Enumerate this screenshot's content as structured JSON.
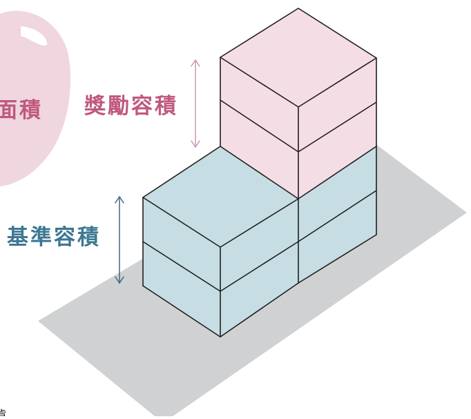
{
  "labels": {
    "partial_area": "面積",
    "bonus_far": "獎勵容積",
    "base_far": "基準容積",
    "partial_bottom_glyph": "肯"
  },
  "colors": {
    "blob": "#efd6df",
    "bonus_text": "#c0587f",
    "bonus_arrow": "#c89ab0",
    "base_text": "#3d7792",
    "base_arrow": "#3d6a80",
    "shadow": "#cfd1d3",
    "pink_block": "#f5dde6",
    "blue_block": "#c6dde3"
  }
}
